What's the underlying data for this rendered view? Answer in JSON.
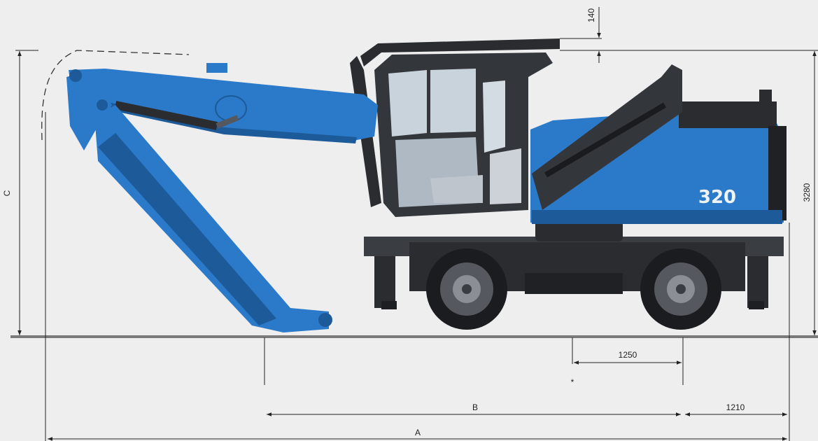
{
  "model_badge": "320",
  "dimensions": {
    "top_offset": "140",
    "overall_height": "3280",
    "height_label": "C",
    "axle_offset": "1250",
    "asterisk": "*",
    "wheelbase_label": "B",
    "rear_overhang": "1210",
    "length_label": "A"
  },
  "colors": {
    "machine_blue": "#2b7ac9",
    "blue_dark": "#1d5a99",
    "chassis": "#2a2c30",
    "cab_frame": "#33363b",
    "glass": "#c9d3dc",
    "ground": "#7a7a7a",
    "background": "#eeeeee"
  }
}
